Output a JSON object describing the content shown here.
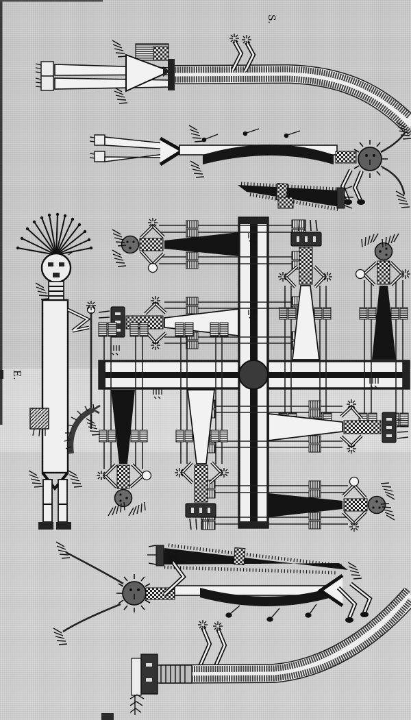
{
  "plate": {
    "type": "sandpainting-plate-scan",
    "orientation_labels": {
      "top": "S.",
      "left": "E."
    },
    "palette": {
      "background": "#c7c7c7",
      "light_band": "#e2e2e2",
      "ink_black": "#161616",
      "ink_white": "#f2f2f2",
      "mid_gray": "#6a6a6a",
      "band_gray": "#404040"
    },
    "elements": [
      {
        "name": "central-cross",
        "note": "white cross with black core stripe and dark center disk"
      },
      {
        "name": "arrow-being-pair",
        "note": "black wedge + white wedge beings, repeated in 4 rotations around the cross"
      },
      {
        "name": "long-snake-upper",
        "note": "horizontal being with spiked round head at right, legs at left"
      },
      {
        "name": "long-snake-lower",
        "note": "mirrored horizontal being with spiked round head at left"
      },
      {
        "name": "black-feathered-dart-upper",
        "note": "large black dart pointing left"
      },
      {
        "name": "black-feathered-dart-lower",
        "note": "large black dart pointing right"
      },
      {
        "name": "tall-god-figure",
        "note": "left-side figure with radiating feather headdress, long body, staff"
      },
      {
        "name": "feathered-crescent",
        "note": "curved feathered object beside staff"
      },
      {
        "name": "guardian-band-upper",
        "note": "double striped band curving off right edge, head figure at top-left"
      },
      {
        "name": "guardian-band-lower",
        "note": "double striped band from head block at bottom-left curving off right edge"
      },
      {
        "name": "lightning-figure-upper",
        "note": "small white zigzags with starburst hands near upper band"
      },
      {
        "name": "lightning-figure-lower",
        "note": "small white zigzags with starburst hands near lower band"
      }
    ]
  }
}
